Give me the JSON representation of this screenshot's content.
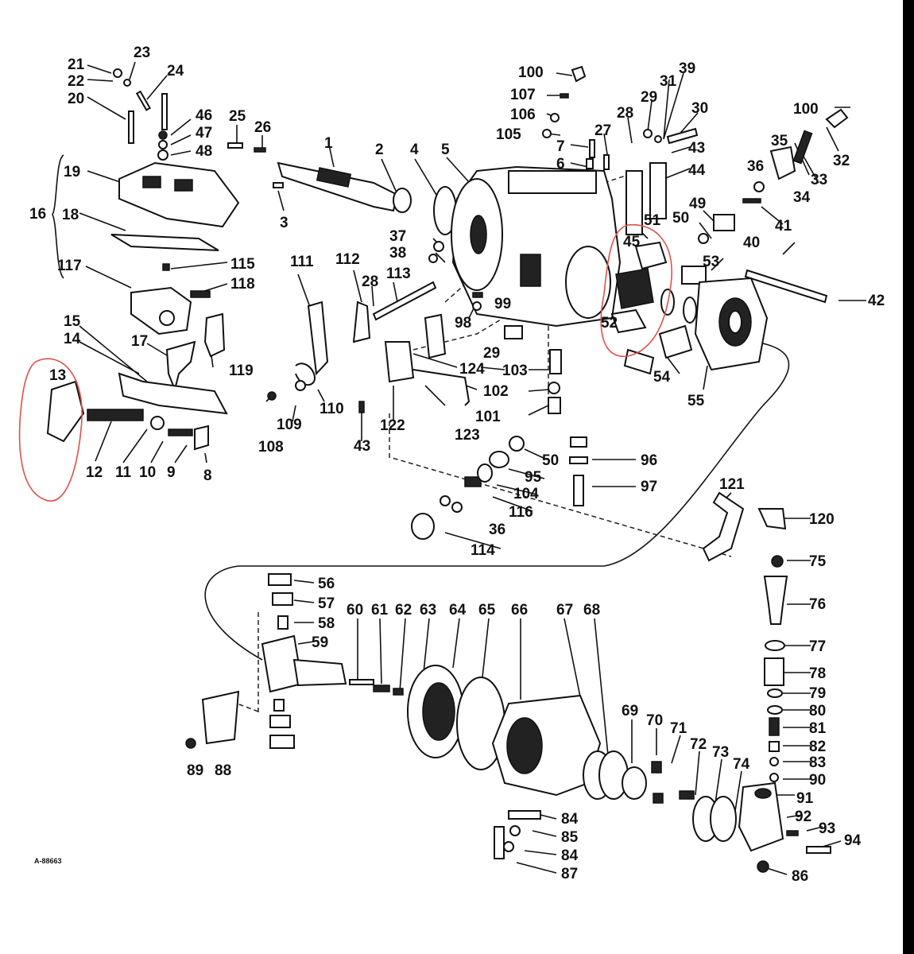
{
  "diagram": {
    "figure_code": "A-88663",
    "highlight_color": "#e0504a",
    "labels": {
      "p1": "1",
      "p2": "2",
      "p3": "3",
      "p4": "4",
      "p5": "5",
      "p6": "6",
      "p7": "7",
      "p8": "8",
      "p9": "9",
      "p10": "10",
      "p11": "11",
      "p12": "12",
      "p13": "13",
      "p14": "14",
      "p15": "15",
      "p16": "16",
      "p17": "17",
      "p18": "18",
      "p19": "19",
      "p20": "20",
      "p21": "21",
      "p22": "22",
      "p23": "23",
      "p24": "24",
      "p25": "25",
      "p26": "26",
      "p27": "27",
      "p28a": "28",
      "p28b": "28",
      "p29a": "29",
      "p29b": "29",
      "p30": "30",
      "p31": "31",
      "p32": "32",
      "p33": "33",
      "p34": "34",
      "p35": "35",
      "p36a": "36",
      "p36b": "36",
      "p37": "37",
      "p38": "38",
      "p39": "39",
      "p40": "40",
      "p41": "41",
      "p42": "42",
      "p43a": "43",
      "p43b": "43",
      "p44": "44",
      "p45": "45",
      "p46": "46",
      "p47": "47",
      "p48": "48",
      "p49": "49",
      "p50a": "50",
      "p50b": "50",
      "p51": "51",
      "p52": "52",
      "p53": "53",
      "p54": "54",
      "p55": "55",
      "p56": "56",
      "p57": "57",
      "p58": "58",
      "p59": "59",
      "p60": "60",
      "p61": "61",
      "p62": "62",
      "p63": "63",
      "p64": "64",
      "p65": "65",
      "p66": "66",
      "p67": "67",
      "p68": "68",
      "p69": "69",
      "p70": "70",
      "p71": "71",
      "p72": "72",
      "p73": "73",
      "p74": "74",
      "p75": "75",
      "p76": "76",
      "p77": "77",
      "p78": "78",
      "p79": "79",
      "p80": "80",
      "p81": "81",
      "p82": "82",
      "p83": "83",
      "p84a": "84",
      "p84b": "84",
      "p85": "85",
      "p86": "86",
      "p87": "87",
      "p88": "88",
      "p89": "89",
      "p90": "90",
      "p91": "91",
      "p92": "92",
      "p93": "93",
      "p94": "94",
      "p95": "95",
      "p96": "96",
      "p97": "97",
      "p98": "98",
      "p99": "99",
      "p100a": "100",
      "p100b": "100",
      "p101": "101",
      "p102": "102",
      "p103": "103",
      "p104": "104",
      "p105": "105",
      "p106": "106",
      "p107": "107",
      "p108": "108",
      "p109": "109",
      "p110": "110",
      "p111": "111",
      "p112": "112",
      "p113": "113",
      "p114": "114",
      "p115": "115",
      "p116": "116",
      "p117": "117",
      "p118": "118",
      "p119": "119",
      "p120": "120",
      "p121": "121",
      "p122": "122",
      "p123": "123",
      "p124": "124"
    }
  }
}
